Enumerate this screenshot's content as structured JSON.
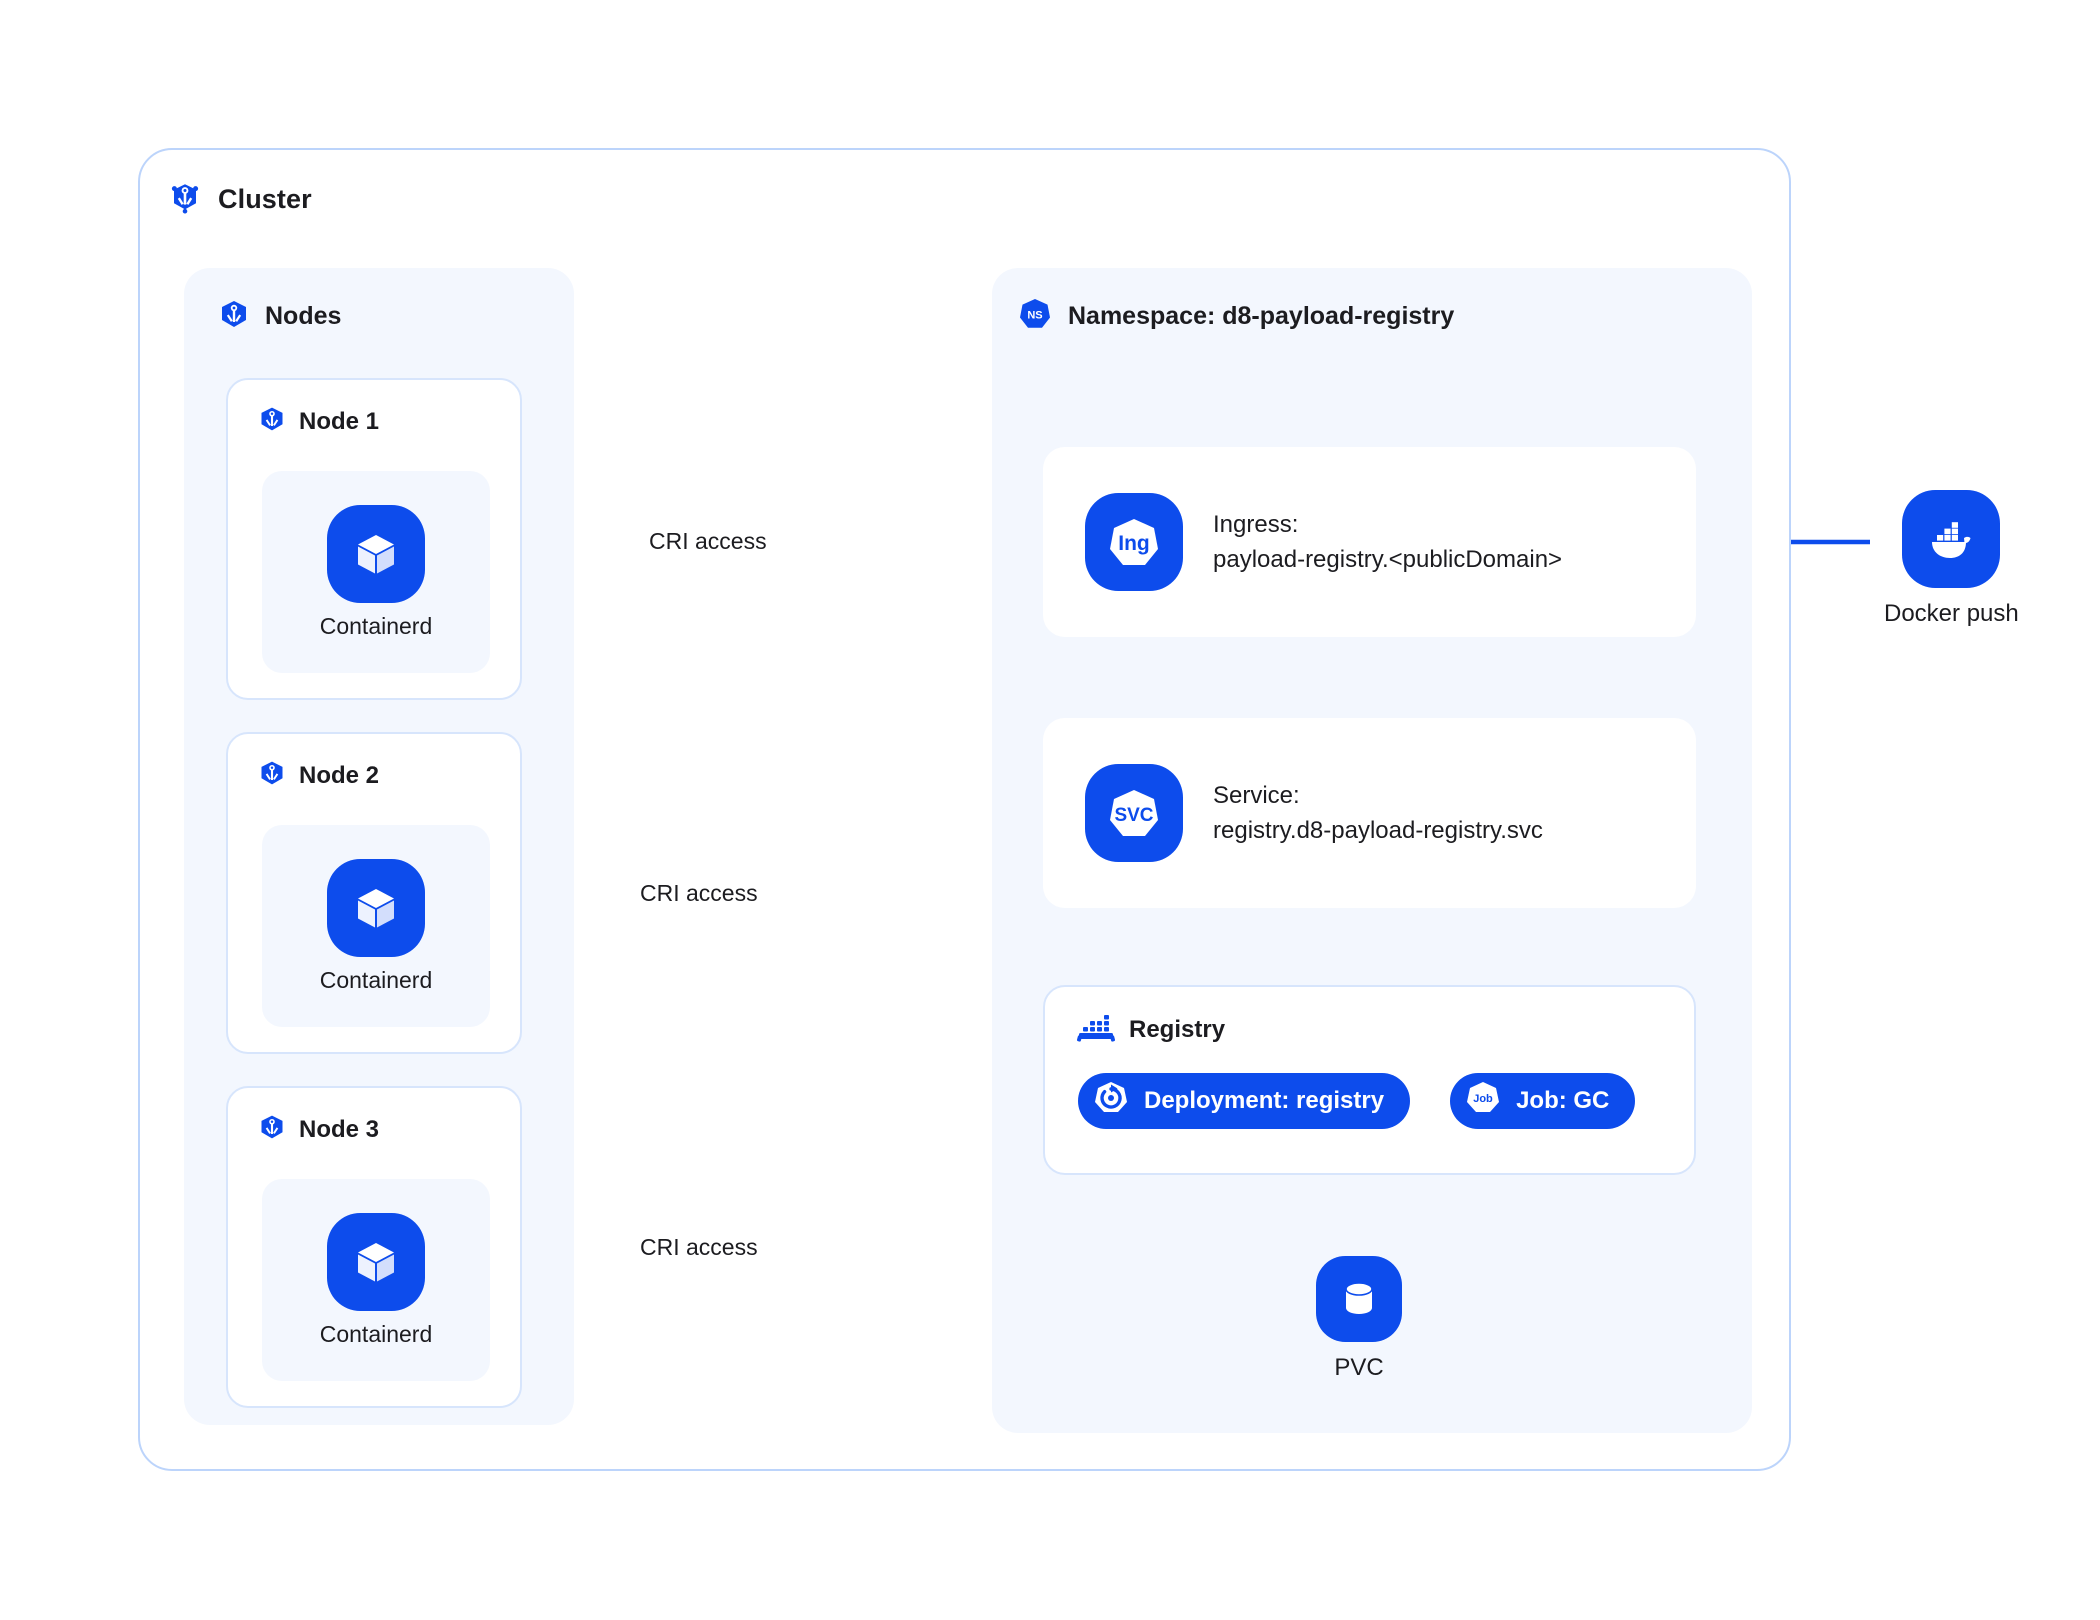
{
  "cluster": {
    "title": "Cluster",
    "icon": "kubernetes-cluster-icon"
  },
  "nodes_panel": {
    "title": "Nodes",
    "icon": "node-cube-icon",
    "nodes": [
      {
        "title": "Node 1",
        "runtime_label": "Containerd",
        "edge_label": "CRI access"
      },
      {
        "title": "Node 2",
        "runtime_label": "Containerd",
        "edge_label": "CRI access"
      },
      {
        "title": "Node 3",
        "runtime_label": "Containerd",
        "edge_label": "CRI access"
      }
    ]
  },
  "namespace_panel": {
    "title": "Namespace: d8-payload-registry",
    "icon": "namespace-ns-icon",
    "ingress": {
      "icon": "ingress-ing-icon",
      "line1": "Ingress:",
      "line2": "payload-registry.<publicDomain>"
    },
    "service": {
      "icon": "service-svc-icon",
      "line1": "Service:",
      "line2": "registry.d8-payload-registry.svc"
    },
    "registry": {
      "icon": "registry-harbor-icon",
      "title": "Registry",
      "badges": [
        {
          "icon": "deployment-icon",
          "label": "Deployment: registry"
        },
        {
          "icon": "job-icon",
          "label": "Job: GC"
        }
      ]
    },
    "pvc": {
      "icon": "pvc-database-icon",
      "label": "PVC"
    }
  },
  "external": {
    "docker": {
      "icon": "docker-whale-icon",
      "label": "Docker push"
    }
  },
  "colors": {
    "brand_blue": "#0d4cec",
    "panel_bg": "#f3f7fe",
    "card_border": "#d7e5fc",
    "frame_border": "#bcd4fb",
    "text": "#1c1c20",
    "white": "#ffffff"
  }
}
